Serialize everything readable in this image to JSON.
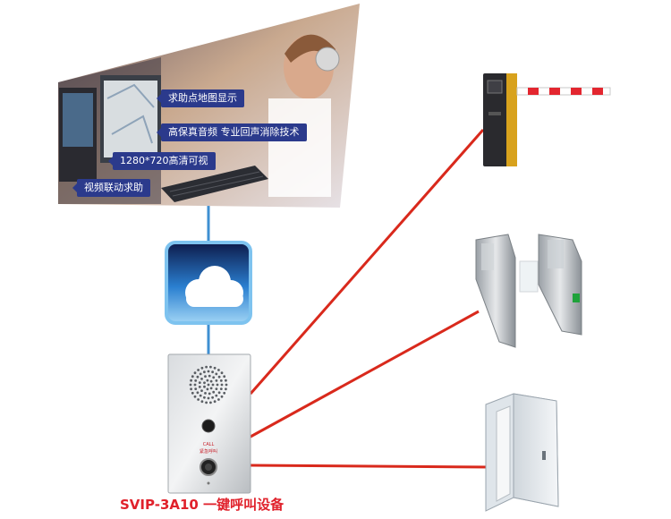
{
  "monitor_labels": [
    "求助点地图显示",
    "高保真音频 专业回声消除技术",
    "1280*720高清可视",
    "视频联动求助"
  ],
  "device": {
    "panel_text_top": "CALL",
    "panel_text_bottom": "紧急呼叫",
    "caption": "SVIP-3A10 一键呼叫设备"
  },
  "colors": {
    "link_line": "#d9291c",
    "network_line": "#3f8fd2",
    "label_bg": "#2b3a8c",
    "caption": "#e0212b"
  },
  "icons": [
    "cloud-icon",
    "barrier-gate-icon",
    "turnstile-icon",
    "door-icon",
    "intercom-icon",
    "speaker-grille-icon",
    "camera-icon",
    "call-button-icon"
  ]
}
